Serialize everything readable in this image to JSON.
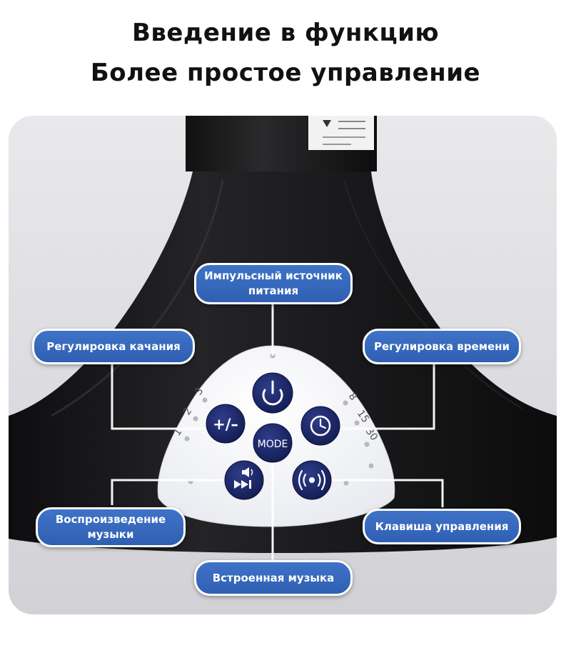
{
  "header": {
    "title_line1": "Введение в функцию",
    "title_line2": "Более простое управление"
  },
  "callouts": {
    "power": "Импульсный источник питания",
    "swing": "Регулировка качания",
    "timer": "Регулировка времени",
    "music_play": "Воспроизведение музыки",
    "control_key": "Клавиша управления",
    "builtin_music": "Встроенная музыка"
  },
  "panel": {
    "buttons": {
      "swing_label": "+/–",
      "mode_label": "MODE"
    },
    "swing_scale": [
      "1",
      "2",
      "3"
    ],
    "timer_scale": [
      "8",
      "15",
      "30"
    ]
  },
  "colors": {
    "callout_blue": "#3468bd",
    "button_navy": "#1e2a6a",
    "fan_base": "#1b1b1d"
  }
}
